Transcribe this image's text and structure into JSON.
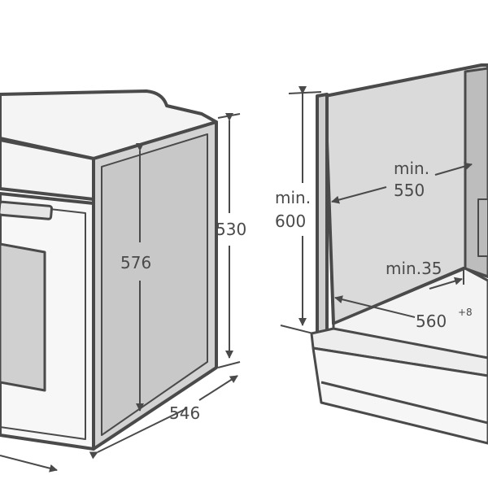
{
  "oven_dimensions": {
    "height": "530",
    "side_height": "576",
    "depth": "546"
  },
  "niche_dimensions": {
    "height_min_label": "min.",
    "height_value": "600",
    "depth_min_label": "min.",
    "depth_value": "550",
    "gap_label": "min.35",
    "width_value": "560",
    "width_tolerance": "+8"
  },
  "colors": {
    "line": "#4a4a4a",
    "panel": "#d9d9d9",
    "face": "#ececec"
  }
}
